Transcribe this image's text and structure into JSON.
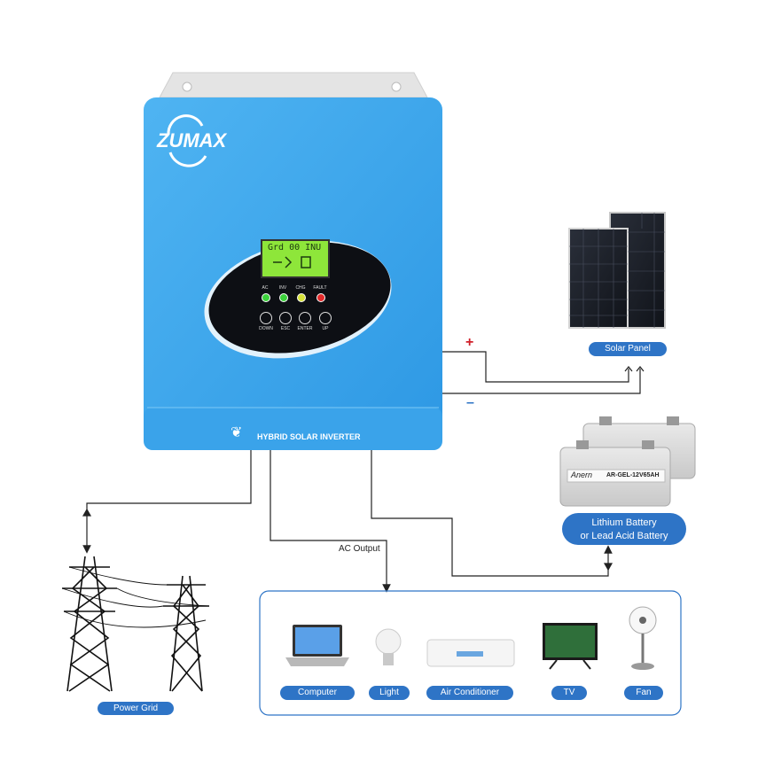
{
  "brand": {
    "name": "ZUMAX",
    "product": "HYBRID SOLAR INVERTER"
  },
  "lcd": {
    "line1": "Grd 00 INU"
  },
  "panel": {
    "indicators": [
      {
        "label": "AC",
        "color": "#3bd13b"
      },
      {
        "label": "INV",
        "color": "#3bd13b"
      },
      {
        "label": "CHG",
        "color": "#d7e33a"
      },
      {
        "label": "FAULT",
        "color": "#e32a2a"
      }
    ],
    "buttons": [
      "DOWN",
      "ESC",
      "ENTER",
      "UP"
    ]
  },
  "polarity": {
    "plus": "+",
    "minus": "–"
  },
  "solar": {
    "label": "Solar Panel"
  },
  "battery": {
    "label_line1": "Lithium Battery",
    "label_line2": "or Lead Acid Battery",
    "brand": "Anern",
    "model": "AR-GEL-12V65AH"
  },
  "grid": {
    "label": "Power Grid"
  },
  "ac_output": {
    "label": "AC Output"
  },
  "loads": [
    {
      "label": "Computer"
    },
    {
      "label": "Light"
    },
    {
      "label": "Air Conditioner"
    },
    {
      "label": "TV"
    },
    {
      "label": "Fan"
    }
  ],
  "colors": {
    "inverter": "#3aa6ec",
    "pill": "#2e74c6",
    "line": "#222222",
    "plus": "#d0202a",
    "minus": "#2e74c6"
  }
}
